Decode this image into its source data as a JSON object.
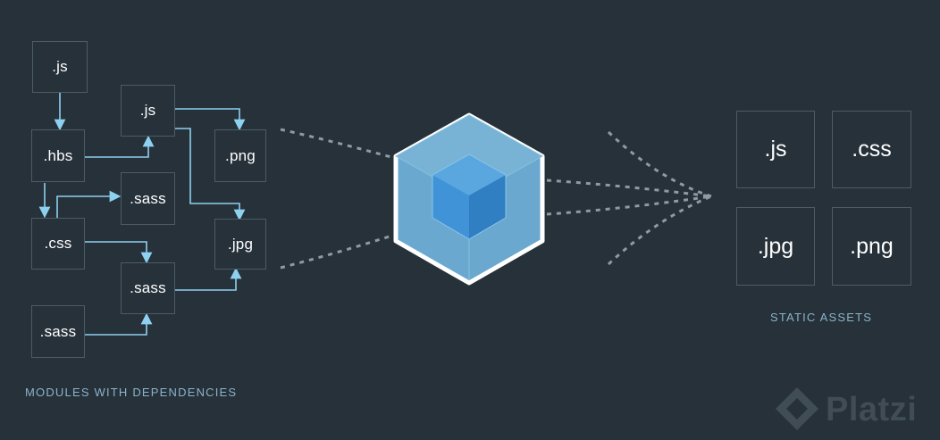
{
  "modules": {
    "caption": "MODULES WITH DEPENDENCIES",
    "nodes": {
      "js_top": ".js",
      "js_mid": ".js",
      "hbs": ".hbs",
      "png": ".png",
      "sass_upper": ".sass",
      "css": ".css",
      "jpg": ".jpg",
      "sass_mid": ".sass",
      "sass_bottom": ".sass"
    }
  },
  "bundler": {
    "logo_icon": "webpack-cube-icon"
  },
  "assets": {
    "caption": "STATIC ASSETS",
    "items": [
      ".js",
      ".css",
      ".jpg",
      ".png"
    ]
  },
  "watermark": {
    "text": "Platzi"
  },
  "colors": {
    "background": "#263139",
    "box_border": "#4c5c66",
    "arrow": "#8ed0f0",
    "caption": "#8ab3cb",
    "cube_outer": "#6aa8cf",
    "cube_inner": "#3f93d6",
    "dash": "#8f9ba3"
  }
}
